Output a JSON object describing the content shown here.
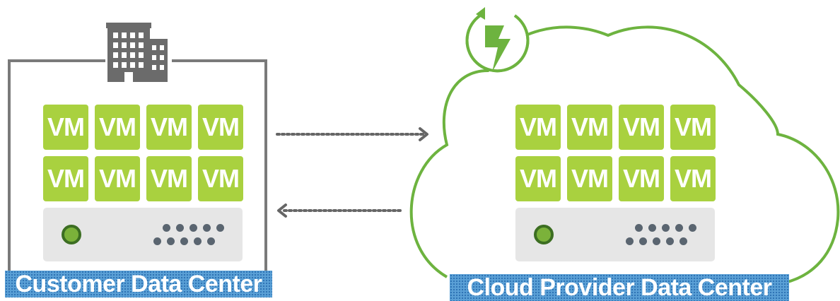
{
  "customer": {
    "label": "Customer Data Center",
    "vms": [
      "VM",
      "VM",
      "VM",
      "VM",
      "VM",
      "VM",
      "VM",
      "VM"
    ]
  },
  "cloud": {
    "label": "Cloud Provider Data Center",
    "vms": [
      "VM",
      "VM",
      "VM",
      "VM",
      "VM",
      "VM",
      "VM",
      "VM"
    ]
  },
  "icons": {
    "building": "office-building-icon",
    "lightning": "lightning-bolt-icon",
    "refresh": "refresh-arrow-icon"
  },
  "colors": {
    "vm_green": "#a9d13f",
    "cloud_green": "#6db33f",
    "frame_gray": "#7a7a7a",
    "label_blue": "#5aa0d6",
    "arrow_gray": "#666666"
  }
}
